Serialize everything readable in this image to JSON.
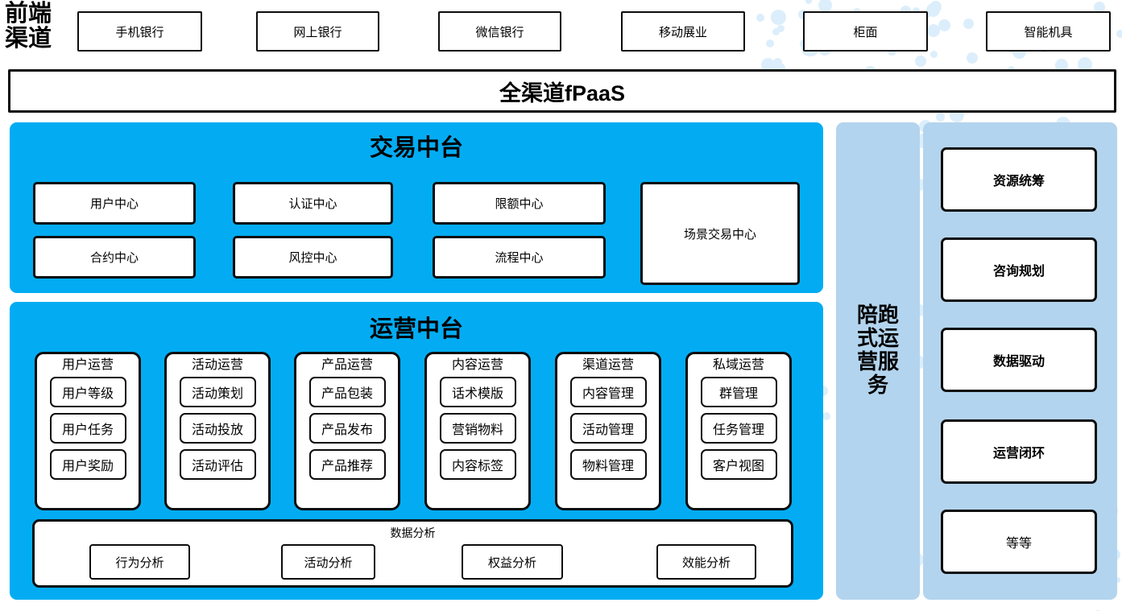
{
  "colors": {
    "cyan_panel": "#03ACF2",
    "light_blue_panel": "#B3D4EE",
    "dot": "#DCEEFB",
    "outline": "#0C0C0C",
    "box_fill": "#FFFFFF"
  },
  "frontend": {
    "label": "前端\n渠道",
    "label_line1": "前端",
    "label_line2": "渠道",
    "channels": [
      {
        "label": "手机银行"
      },
      {
        "label": "网上银行"
      },
      {
        "label": "微信银行"
      },
      {
        "label": "移动展业"
      },
      {
        "label": "柜面"
      },
      {
        "label": "智能机具"
      }
    ]
  },
  "fpaas": {
    "label": "全渠道fPaaS"
  },
  "transaction_platform": {
    "title": "交易中台",
    "items": [
      {
        "label": "用户中心"
      },
      {
        "label": "认证中心"
      },
      {
        "label": "限额中心"
      },
      {
        "label": "合约中心"
      },
      {
        "label": "风控中心"
      },
      {
        "label": "流程中心"
      },
      {
        "label": "场景交易中心"
      }
    ]
  },
  "operations_platform": {
    "title": "运营中台",
    "columns": [
      {
        "title": "用户运营",
        "items": [
          "用户等级",
          "用户任务",
          "用户奖励"
        ]
      },
      {
        "title": "活动运营",
        "items": [
          "活动策划",
          "活动投放",
          "活动评估"
        ]
      },
      {
        "title": "产品运营",
        "items": [
          "产品包装",
          "产品发布",
          "产品推荐"
        ]
      },
      {
        "title": "内容运营",
        "items": [
          "话术模版",
          "营销物料",
          "内容标签"
        ]
      },
      {
        "title": "渠道运营",
        "items": [
          "内容管理",
          "活动管理",
          "物料管理"
        ]
      },
      {
        "title": "私域运营",
        "items": [
          "群管理",
          "任务管理",
          "客户视图"
        ]
      }
    ],
    "data_analysis": {
      "title": "数据分析",
      "items": [
        "行为分析",
        "活动分析",
        "权益分析",
        "效能分析"
      ]
    }
  },
  "service_column": {
    "label": "陪跑式运营服务",
    "line1": "陪跑",
    "line2": "式运",
    "line3": "营服",
    "line4": "务"
  },
  "service_panel": {
    "items": [
      {
        "label": "资源统筹",
        "bold": true
      },
      {
        "label": "咨询规划",
        "bold": true
      },
      {
        "label": "数据驱动",
        "bold": true
      },
      {
        "label": "运营闭环",
        "bold": true
      },
      {
        "label": "等等",
        "bold": false
      }
    ]
  }
}
